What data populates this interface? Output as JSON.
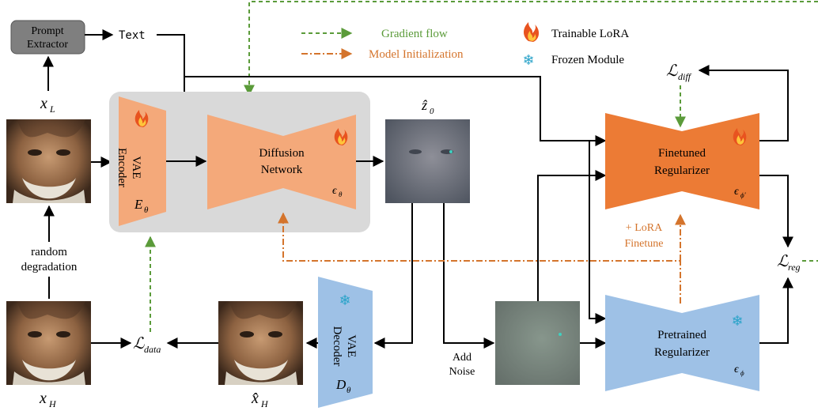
{
  "colors": {
    "trainable": "#f4a97a",
    "finetuned": "#ec7b35",
    "frozen": "#9ec1e6",
    "panel": "#d9d9d9",
    "extractor": "#7f7f7f",
    "gradient": "#5b9b3a",
    "init": "#d4742c",
    "arrow": "#000000"
  },
  "legend": {
    "gradient_flow": "Gradient flow",
    "model_init": "Model Initialization",
    "trainable_lora": "Trainable LoRA",
    "frozen_module": "Frozen Module"
  },
  "prompt_extractor": {
    "line1": "Prompt",
    "line2": "Extractor"
  },
  "text_token": "Text",
  "vae_encoder": {
    "label1": "VAE",
    "label2": "Encoder",
    "symbol": "E",
    "sub": "θ"
  },
  "diffusion_network": {
    "line1": "Diffusion",
    "line2": "Network",
    "symbol": "ϵ",
    "sub": "θ"
  },
  "vae_decoder": {
    "label1": "VAE",
    "label2": "Decoder",
    "symbol": "D",
    "sub": "θ"
  },
  "finetuned_regularizer": {
    "line1": "Finetuned",
    "line2": "Regularizer",
    "symbol": "ϵ",
    "sub": "ϕ'"
  },
  "pretrained_regularizer": {
    "line1": "Pretrained",
    "line2": "Regularizer",
    "symbol": "ϵ",
    "sub": "ϕ"
  },
  "lora_finetune": {
    "line1": "+ LoRA",
    "line2": "Finetune"
  },
  "add_noise": {
    "line1": "Add",
    "line2": "Noise"
  },
  "random_degradation": {
    "line1": "random",
    "line2": "degradation"
  },
  "losses": {
    "diff": {
      "symbol": "ℒ",
      "sub": "diff"
    },
    "reg": {
      "symbol": "ℒ",
      "sub": "reg"
    },
    "data": {
      "symbol": "ℒ",
      "sub": "data"
    }
  },
  "labels": {
    "x_L": {
      "symbol": "x",
      "sub": "L"
    },
    "x_H": {
      "symbol": "x",
      "sub": "H"
    },
    "x_hat_H": {
      "symbol": "x̂",
      "sub": "H"
    },
    "z_hat_0": {
      "symbol": "ẑ",
      "sub": "0"
    }
  }
}
